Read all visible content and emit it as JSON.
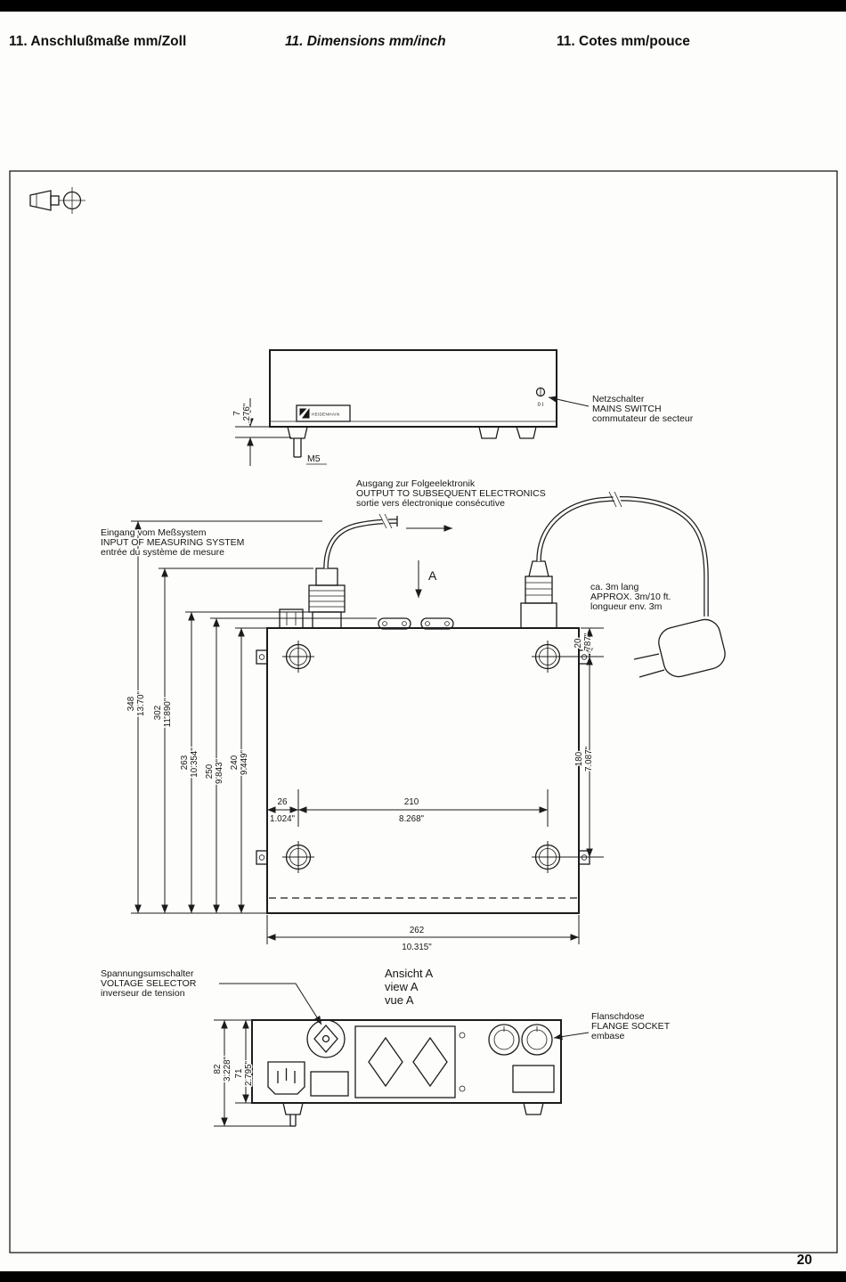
{
  "page": {
    "header": {
      "de": "11. Anschlußmaße mm/Zoll",
      "en": "11. Dimensions mm/inch",
      "fr": "11. Cotes mm/pouce"
    },
    "number": "20"
  },
  "brand": {
    "logo": "HEIDENHAIN"
  },
  "annotations": {
    "mains_switch": {
      "de": "Netzschalter",
      "en": "MAINS SWITCH",
      "fr": "commutateur de secteur"
    },
    "output": {
      "de": "Ausgang zur Folgeelektronik",
      "en": "OUTPUT TO SUBSEQUENT ELECTRONICS",
      "fr": "sortie vers électronique consécutive"
    },
    "input": {
      "de": "Eingang vom Meßsystem",
      "en": "INPUT OF MEASURING SYSTEM",
      "fr": "entrée du système de mesure"
    },
    "cable": {
      "de": "ca. 3m lang",
      "en": "APPROX. 3m/10 ft.",
      "fr": "longueur env. 3m"
    },
    "voltage_selector": {
      "de": "Spannungsumschalter",
      "en": "VOLTAGE SELECTOR",
      "fr": "inverseur de tension"
    },
    "view_a": {
      "de": "Ansicht A",
      "en": "view A",
      "fr": "vue A"
    },
    "flange_socket": {
      "de": "Flanschdose",
      "en": "FLANGE SOCKET",
      "fr": "embase"
    },
    "thread": "M5",
    "view_marker": "A",
    "switch_marks": "0 I"
  },
  "dims": {
    "d7": {
      "mm": "7",
      "in": ".276\""
    },
    "d348": {
      "mm": "348",
      "in": "13.70\""
    },
    "d302": {
      "mm": "302",
      "in": "11.890\""
    },
    "d263": {
      "mm": "263",
      "in": "10.354\""
    },
    "d250": {
      "mm": "250",
      "in": "9.843\""
    },
    "d240": {
      "mm": "240",
      "in": "9.449\""
    },
    "d20": {
      "mm": "20",
      "in": ".787\""
    },
    "d180": {
      "mm": "180",
      "in": "7.087\""
    },
    "d26": {
      "mm": "26",
      "in": "1.024\""
    },
    "d210": {
      "mm": "210",
      "in": "8.268\""
    },
    "d262": {
      "mm": "262",
      "in": "10.315\""
    },
    "d82": {
      "mm": "82",
      "in": "3.228\""
    },
    "d71": {
      "mm": "71",
      "in": "2.795\""
    }
  },
  "colors": {
    "ink": "#1c1c1c",
    "paper": "#fdfdfb"
  }
}
